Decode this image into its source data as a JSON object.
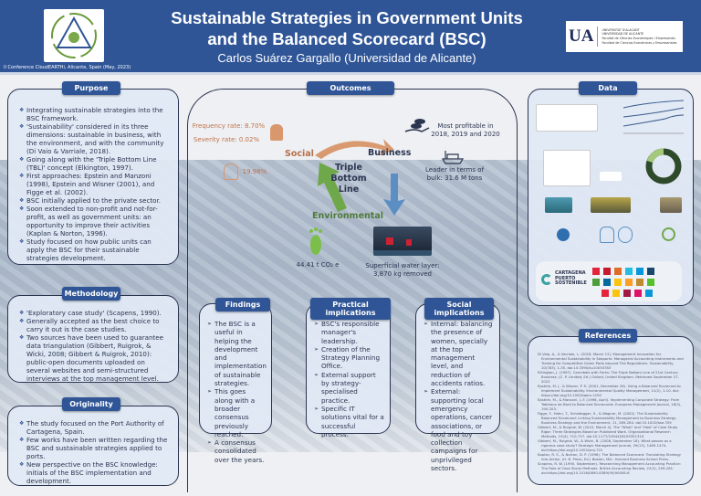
{
  "header": {
    "title_line1": "Sustainable Strategies in Government Units",
    "title_line2": "and the Balanced Scorecard (BSC)",
    "author": "Carlos Suárez Gargallo (Universidad de Alicante)",
    "conference": "II Conference CloudEARTHi, Alicante, Spain (May, 2023)",
    "ua_logo": {
      "mark": "UA",
      "lines": [
        "UNIVERSITAT D'ALACANT",
        "UNIVERSIDAD DE ALICANTE",
        "Facultat de Ciències Econòmiques i Empresarials",
        "Facultad de Ciencias Económicas y Empresariales"
      ]
    }
  },
  "purpose": {
    "title": "Purpose",
    "items": [
      "Integrating sustainable strategies into the BSC framework.",
      "'Sustainability' considered in its three dimensions: sustainable in business, with the environment, and with the community (Di Vaio & Varriale, 2018).",
      "Going along with the 'Triple Bottom Line (TBL)' concept (Elkington, 1997).",
      "First approaches: Epstein and Manzoni (1998), Epstein and Wisner (2001), and Figge et al. (2002).",
      "BSC initially applied to the private sector.",
      "Soon extended to non-profit and not-for-profit, as well as government units: an opportunity to improve their activities (Kaplan & Norton, 1996).",
      "Study focused on how public units can apply the BSC for their sustainable strategies development."
    ]
  },
  "methodology": {
    "title": "Methodology",
    "items": [
      "'Exploratory case study' (Scapens, 1990).",
      "Generally accepted as the best choice to carry it out is the case studies.",
      "Two sources have been used to guarantee data triangulation (Gibbert, Ruigrok, & Wicki, 2008; Gibbert & Ruigrok, 2010): public-open documents uploaded on several websites and semi-structured interviews at the top management level."
    ]
  },
  "originality": {
    "title": "Originality",
    "items": [
      "The study focused on the Port Authority of Cartagena, Spain.",
      "Few works have been written regarding the BSC and sustainable strategies applied to ports.",
      "New perspective on the BSC knowledge: initials of the BSC implementation and development."
    ]
  },
  "outcomes": {
    "title": "Outcomes",
    "center": [
      "Triple",
      "Bottom",
      "Line"
    ],
    "social": "Social",
    "business": "Business",
    "environmental": "Environmental",
    "frequency": "Frequency rate: 8.70%",
    "severity": "Severity rate: 0.02%",
    "women": "19.98%",
    "profitable": "Most profitable in 2018, 2019 and 2020",
    "bulk": "Leader in terms of bulk: 31.6 M tons",
    "co2": "44.41 t CO₂ e",
    "water": "Superficial water layer: 3,870 kg removed",
    "colors": {
      "social": "#b5704a",
      "business": "#2b3550",
      "environmental": "#4f7a3a"
    }
  },
  "findings": {
    "title": "Findings",
    "items": [
      "The BSC is a useful in helping the development and implementation of sustainable strategies.",
      "This goes along with a broader consensus previously reached.",
      "A consensus consolidated over the years."
    ]
  },
  "practical": {
    "title": "Practical implications",
    "items": [
      "BSC's responsible manager's leadership.",
      "Creation of the Strategy Planning Office.",
      "External support by strategy-specialised practice.",
      "Specific IT solutions vital for a successful process."
    ]
  },
  "social_impl": {
    "title": "Social implications",
    "items": [
      "Internal: balancing the presence of women, specially at the top management level, and reduction of accidents ratios.",
      "External: supporting local emergency operations, cancer associations, or food and toy collection campaigns for unprivileged sectors."
    ]
  },
  "data": {
    "title": "Data",
    "logo": [
      "CARTAGENA",
      "PUERTO",
      "SOSTENIBLE"
    ]
  },
  "references": {
    "title": "References",
    "items": [
      "Di Vaio, A., & Varriale, L. (2018, March 12). Management Innovation for Environmental Sustainability in Seaports: Managerial Accounting Instruments and Training for Competitive Green Ports beyond The Regulations. Sustainability, 10(783), 1-35. doi:10.3390/su10030783",
      "Elkington, J. (1997). Cannibals with Forks: The Triple Bottom Line of 21st Century Business. (C. P. Limited, Ed.) Oxford, United Kingdom. Retrieved September 27, 2022",
      "Epstein, M. J., & Wisner, P. S. (2001, December 26). Using a Balanced Scorecard to Implement Sustainability. Environmental Quality Management, 11(2), 1-10. doi: https://doi.org/10.1002/tqem.1200",
      "Epstein, M., & Manzoni, J.-F. (1998, April). Implementing Corporate Strategy: From Tableaux de Bord to Balanced Scorecards. European Management Journal, 16(2), 190-203.",
      "Figge, F., Hahn, T., Schaltegger, S., & Wagner, M. (2002). The Sustainability Balanced Scorecard: Linking Sustainability Management to Business Strategy. Business Strategy and the Environment, 11, 269-284. doi:10.1002/bse.339",
      "Gibbert, M., & Ruigrok, W. (2010, March 4). The \"What\" and \"How\" of Case Study Rigor: Three Strategies Based on Published Work. Organizational Research Methods, 13(4), 710-737. doi:10.1177/1094428109351319",
      "Gibbert, M., Ruigrok, W., & Wicki, B. (2008, September 18). What passes as a rigorous case study? Strategic Management Journal, 29(13), 1465-1474. doi:https://doi.org/10.1002/smj.722",
      "Kaplan, R. S., & Norton, D. P. (1996). The Balanced Scorecard: Translating Strategy into Action. (H. B. Press, Ed.) Boston, MA.: Harvard Business School Press.",
      "Scapens, R. W. (1990, September). Researching Management Accounting Practice: The Role of Case Study Methods. British Accounting Review, 22(3), 259-281. doi:https://doi.org/10.1016/0890-8389(90)90008-6"
    ]
  },
  "colors": {
    "header": "#2f5597",
    "pill": "#2f5597",
    "border": "#2b3550"
  }
}
